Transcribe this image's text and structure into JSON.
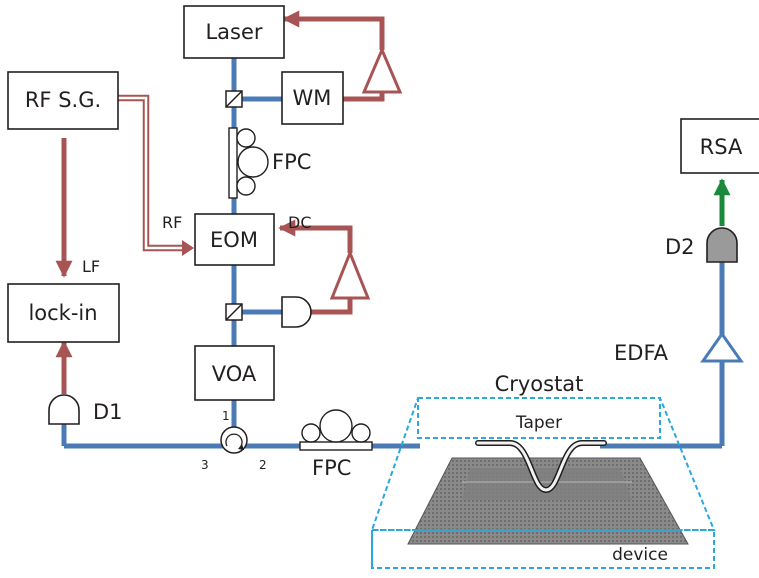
{
  "labels": {
    "laser": "Laser",
    "wm": "WM",
    "rf_sg": "RF S.G.",
    "fpc_top": "FPC",
    "rf": "RF",
    "dc": "DC",
    "eom": "EOM",
    "lf": "LF",
    "lockin": "lock-in",
    "voa": "VOA",
    "d1": "D1",
    "port1": "1",
    "port2": "2",
    "port3": "3",
    "fpc_bottom": "FPC",
    "cryostat": "Cryostat",
    "taper": "Taper",
    "device": "device",
    "rsa": "RSA",
    "d2": "D2",
    "edfa": "EDFA"
  },
  "colors": {
    "optical": "#4a7bb7",
    "electrical": "#a85454",
    "rf_signal": "#1a8a3a",
    "cryostat": "#29a8e0",
    "box_stroke": "#231f20"
  }
}
